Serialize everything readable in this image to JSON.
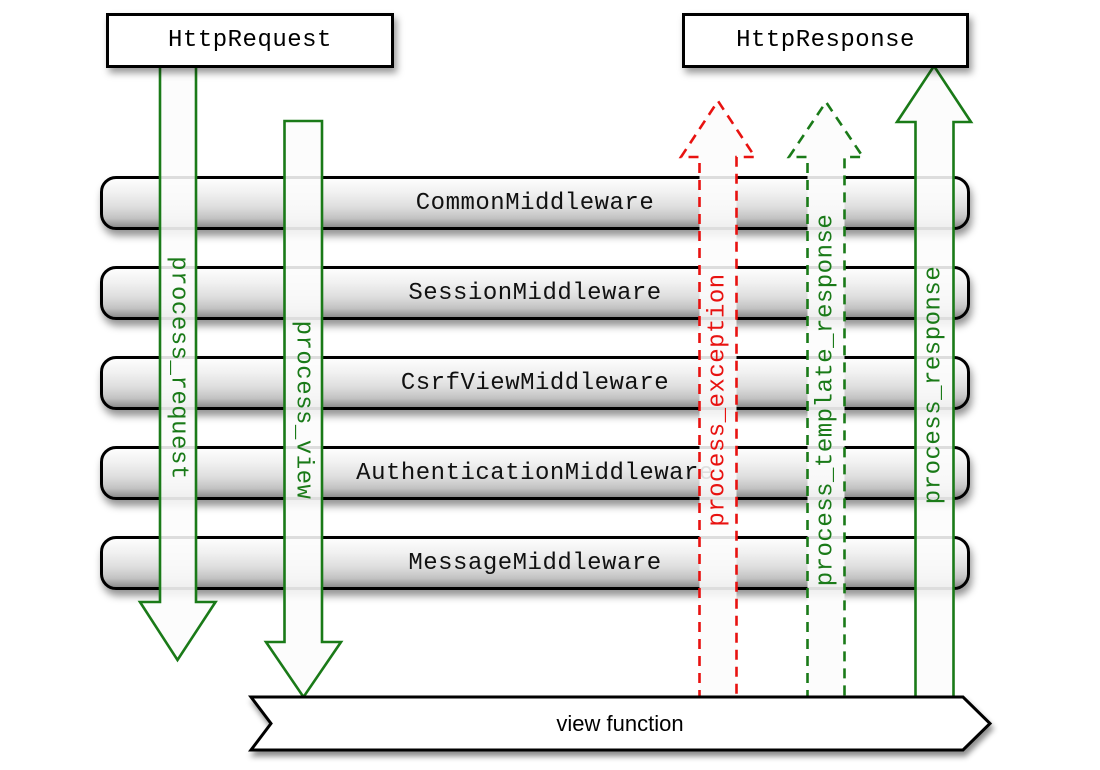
{
  "boxes": {
    "request": "HttpRequest",
    "response": "HttpResponse"
  },
  "middlewares": [
    {
      "label": "CommonMiddleware"
    },
    {
      "label": "SessionMiddleware"
    },
    {
      "label": "CsrfViewMiddleware"
    },
    {
      "label": "AuthenticationMiddleware"
    },
    {
      "label": "MessageMiddleware"
    }
  ],
  "arrows": [
    {
      "label": "process_request",
      "direction": "down",
      "style": "solid",
      "color": "#1a7a18"
    },
    {
      "label": "process_view",
      "direction": "down",
      "style": "solid",
      "color": "#1a7a18"
    },
    {
      "label": "process_exception",
      "direction": "up",
      "style": "dashed",
      "color": "#e81210"
    },
    {
      "label": "process_template_response",
      "direction": "up",
      "style": "dashed",
      "color": "#1a7a18"
    },
    {
      "label": "process_response",
      "direction": "up",
      "style": "solid",
      "color": "#1a7a18"
    }
  ],
  "banner": {
    "label": "view function"
  },
  "colors": {
    "green": "#1a7a18",
    "red": "#e81210",
    "box_border": "#000000",
    "bar_fill_top": "#fdfdfd",
    "bar_fill_bottom": "#8e8e8e"
  }
}
